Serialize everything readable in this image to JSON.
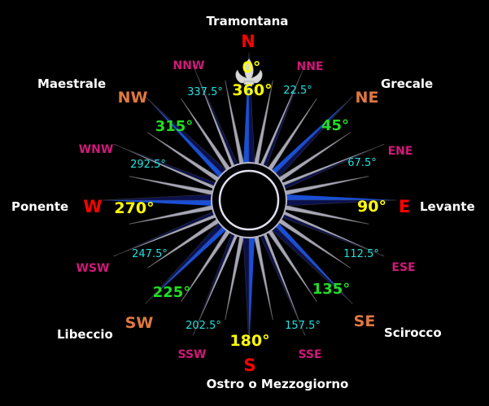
{
  "winds": {
    "north": "Tramontana",
    "northeast": "Grecale",
    "east": "Levante",
    "southeast": "Scirocco",
    "south": "Ostro o Mezzogiorno",
    "southwest": "Libeccio",
    "west": "Ponente",
    "northwest": "Maestrale"
  },
  "cardinals": {
    "N": "N",
    "E": "E",
    "S": "S",
    "W": "W"
  },
  "intercardinals": {
    "NE": "NE",
    "SE": "SE",
    "SW": "SW",
    "NW": "NW"
  },
  "secondary": {
    "NNE": "NNE",
    "ENE": "ENE",
    "ESE": "ESE",
    "SSE": "SSE",
    "SSW": "SSW",
    "WSW": "WSW",
    "WNW": "WNW",
    "NNW": "NNW"
  },
  "degrees": {
    "d0": "0°",
    "d360": "360°",
    "d90": "90°",
    "d180": "180°",
    "d270": "270°",
    "d45": "45°",
    "d135": "135°",
    "d225": "225°",
    "d315": "315°",
    "d22_5": "22.5°",
    "d67_5": "67.5°",
    "d112_5": "112.5°",
    "d157_5": "157.5°",
    "d202_5": "202.5°",
    "d247_5": "247.5°",
    "d292_5": "292.5°",
    "d337_5": "337.5°"
  },
  "colors": {
    "background": "#000000",
    "cardinal": "#ff0000",
    "intercardinal": "#e07840",
    "secondary": "#d0187a",
    "deg_cardinal": "#ffff00",
    "deg_intercardinal": "#22dd22",
    "deg_secondary": "#22e0e0",
    "wind_name": "#ffffff",
    "blue_point": "#1a4fd6",
    "navy_point": "#0a1050",
    "grey_point": "#a8a8b8"
  }
}
